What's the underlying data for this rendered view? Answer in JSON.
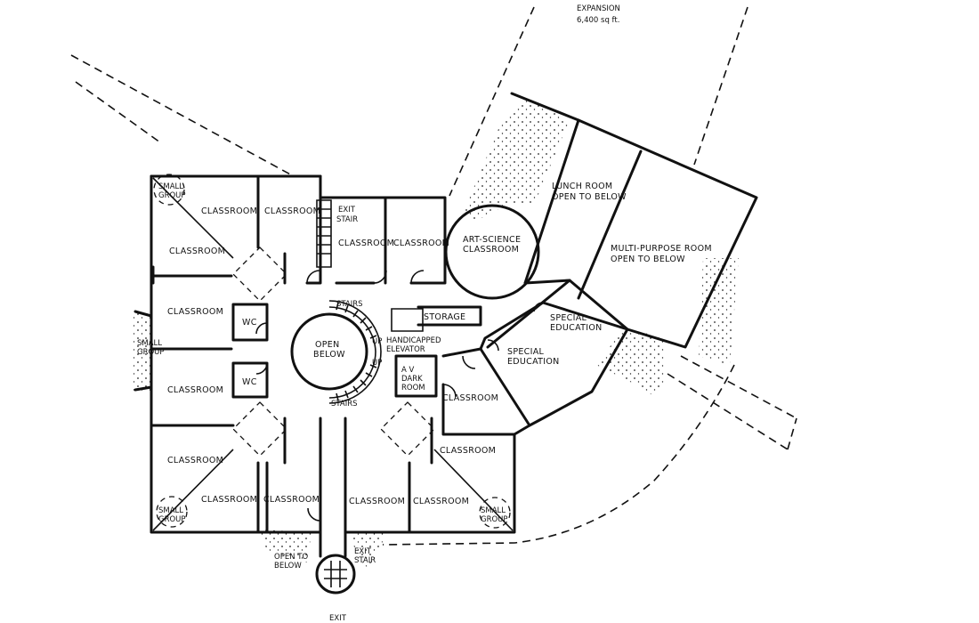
{
  "header": {
    "expansion_label": "EXPANSION",
    "expansion_area": "6,400 sq ft."
  },
  "rooms": {
    "small_group": "SMALL GROUP",
    "small_group_line1": "SMALL",
    "small_group_line2": "GROUP",
    "classroom": "CLASSROOM",
    "wc": "WC",
    "exit_stair_line1": "EXIT",
    "exit_stair_line2": "STAIR",
    "art_science_line1": "ART-SCIENCE",
    "art_science_line2": "CLASSROOM",
    "lunch_room_line1": "LUNCH ROOM",
    "lunch_room_line2": "OPEN TO BELOW",
    "multi_purpose_line1": "MULTI-PURPOSE ROOM",
    "multi_purpose_line2": "OPEN TO BELOW",
    "storage": "STORAGE",
    "handicapped_line1": "HANDICAPPED",
    "handicapped_line2": "ELEVATOR",
    "special_ed_line1": "SPECIAL",
    "special_ed_line2": "EDUCATION",
    "stairs": "STAIRS",
    "open_below_line1": "OPEN",
    "open_below_line2": "BELOW",
    "up": "UP",
    "av_line1": "A V",
    "av_line2": "DARK",
    "av_line3": "ROOM",
    "open_to_line1": "OPEN TO",
    "open_to_line2": "BELOW",
    "exit": "EXIT"
  }
}
